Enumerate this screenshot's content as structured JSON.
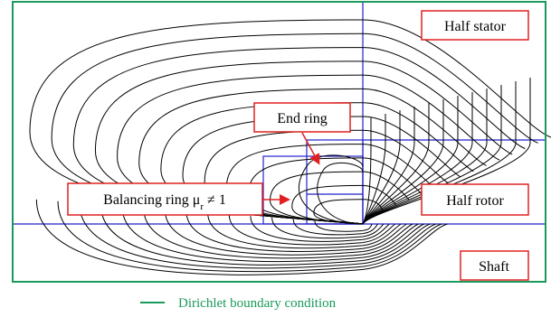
{
  "labels": {
    "half_stator": "Half stator",
    "end_ring": "End ring",
    "balancing_ring_prefix": "Balancing ring μ",
    "balancing_ring_sub": "r",
    "balancing_ring_suffix": " ≠ 1",
    "half_rotor": "Half rotor",
    "shaft": "Shaft"
  },
  "legend": {
    "text": "Dirichlet boundary condition"
  },
  "colors": {
    "dirichlet_boundary": "#1a9a5a",
    "geometry_lines": "#2222cc",
    "flux_lines": "#000000",
    "label_border": "#e02020",
    "arrow": "#e02020"
  }
}
